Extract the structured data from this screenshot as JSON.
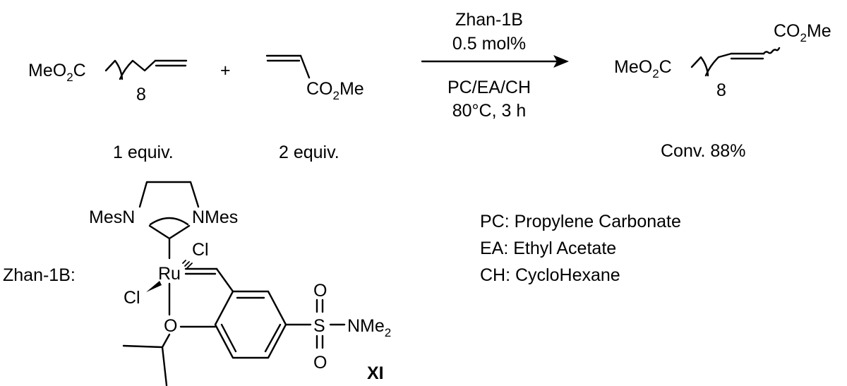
{
  "reactant1": {
    "meo2c_prefix": "MeO",
    "meo2c_sub": "2",
    "meo2c_suffix": "C",
    "chain_count": "8",
    "equiv": "1 equiv."
  },
  "plus": "+",
  "reactant2": {
    "co2me_prefix": "CO",
    "co2me_sub": "2",
    "co2me_suffix": "Me",
    "equiv": "2 equiv."
  },
  "conditions": {
    "catalyst": "Zhan-1B",
    "loading": "0.5 mol%",
    "solvent": "PC/EA/CH",
    "temp_time": "80°C, 3 h"
  },
  "product": {
    "co2me_prefix": "CO",
    "co2me_sub": "2",
    "co2me_suffix": "Me",
    "meo2c_prefix": "MeO",
    "meo2c_sub": "2",
    "meo2c_suffix": "C",
    "chain_count": "8",
    "conversion": "Conv. 88%"
  },
  "catalyst_structure": {
    "label": "Zhan-1B:",
    "mesn_left": "MesN",
    "nmes_right": "NMes",
    "ru": "Ru",
    "cl_top": "Cl",
    "cl_left": "Cl",
    "oxygen": "O",
    "s": "S",
    "o_top": "O",
    "o_bottom": "O",
    "nme_prefix": "NMe",
    "nme_sub": "2",
    "compound_id": "XI"
  },
  "legend": [
    "PC: Propylene Carbonate",
    "EA: Ethyl Acetate",
    "CH: CycloHexane"
  ]
}
